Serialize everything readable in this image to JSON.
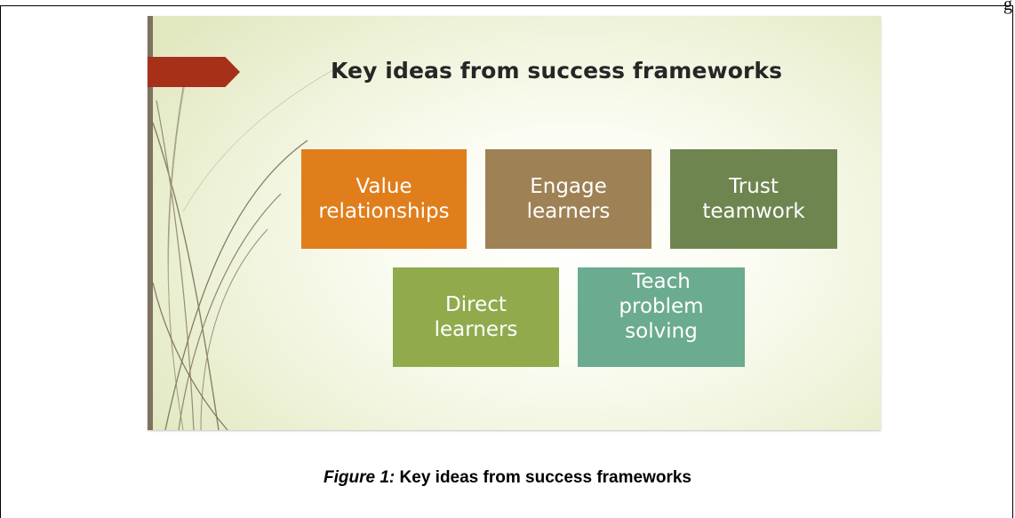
{
  "header": {
    "cropped_text": "g"
  },
  "slide": {
    "title": "Key ideas from success frameworks",
    "boxes": [
      {
        "label": "Value relationships",
        "color": "#e07e1c"
      },
      {
        "label": "Engage learners",
        "color": "#9e8155"
      },
      {
        "label": "Trust teamwork",
        "color": "#6e8550"
      },
      {
        "label": "Direct learners",
        "color": "#91ab4c"
      },
      {
        "label": "Teach problem solving",
        "color": "#6bab90"
      }
    ],
    "arrow_color": "#a6301a"
  },
  "caption": {
    "label": "Figure 1:",
    "text": "Key ideas from success frameworks"
  }
}
